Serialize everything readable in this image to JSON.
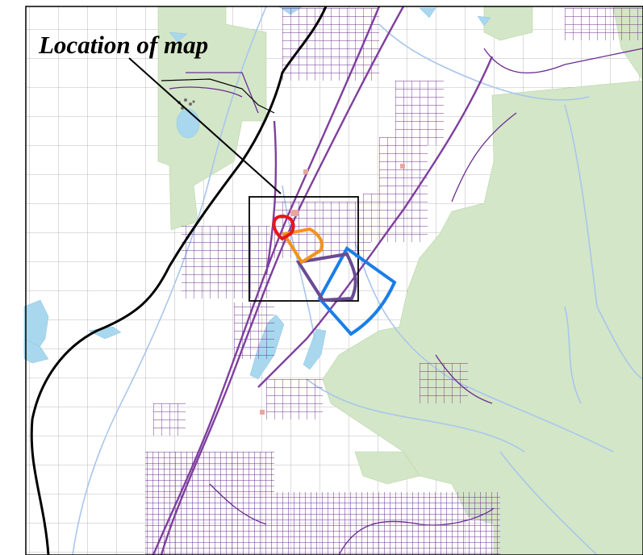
{
  "label": {
    "text": "Location of map"
  },
  "colors": {
    "background": "#ffffff",
    "parcel_lines": "#a8a8a8",
    "forest_land": "#d3e6c7",
    "water": "#a8d7ee",
    "rivers": "#a9c6ec",
    "local_roads": "#6b2c91",
    "highway": "#7f3f9e",
    "railroad": "#000000",
    "inset_box": "#000000",
    "zone_red": "#e8141b",
    "zone_orange": "#f2931c",
    "zone_purple": "#6a4a93",
    "zone_blue": "#1a7ee8"
  },
  "layers": {
    "inset_box": "map-extent-box",
    "zones": [
      "zone-red",
      "zone-orange",
      "zone-purple",
      "zone-blue"
    ]
  }
}
